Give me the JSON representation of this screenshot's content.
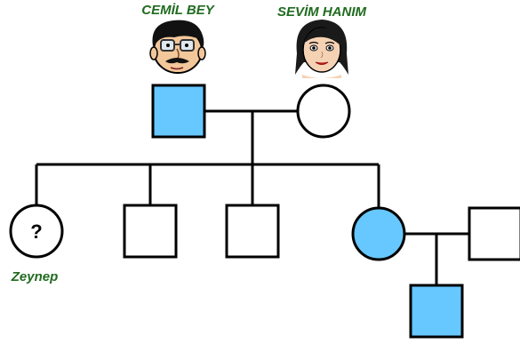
{
  "colors": {
    "affected_fill": "#66c8ff",
    "unaffected_fill": "#ffffff",
    "line": "#000000",
    "name_label": "#1f6b1f"
  },
  "labels": {
    "father_name": "CEMİL BEY",
    "mother_name": "SEVİM HANIM",
    "daughter_name": "Zeynep",
    "unknown_mark": "?"
  },
  "portraits": {
    "father": "cartoon-man-face-icon",
    "mother": "cartoon-woman-face-icon"
  },
  "individuals": [
    {
      "id": "father",
      "sex": "male",
      "status": "affected"
    },
    {
      "id": "mother",
      "sex": "female",
      "status": "unaffected"
    },
    {
      "id": "zeynep",
      "sex": "female",
      "status": "unknown"
    },
    {
      "id": "son-1",
      "sex": "male",
      "status": "unaffected"
    },
    {
      "id": "son-2",
      "sex": "male",
      "status": "unaffected"
    },
    {
      "id": "daughter",
      "sex": "female",
      "status": "affected"
    },
    {
      "id": "son-in-law",
      "sex": "male",
      "status": "unaffected"
    },
    {
      "id": "grandson",
      "sex": "male",
      "status": "affected"
    }
  ]
}
